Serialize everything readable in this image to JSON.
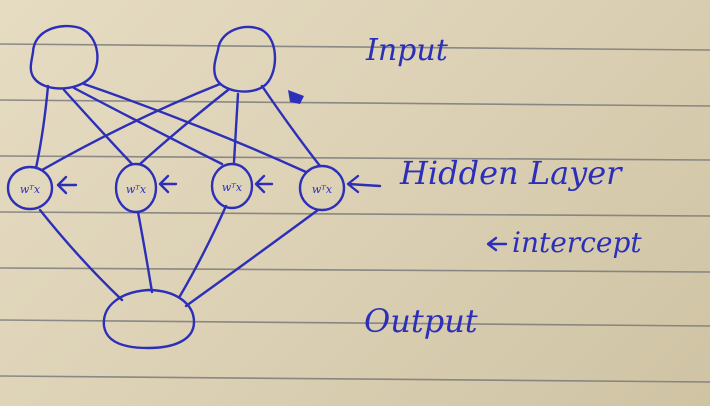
{
  "labels": {
    "input": "Input",
    "hidden": "Hidden Layer",
    "intercept": "intercept",
    "output": "Output"
  },
  "nodes": {
    "input": [
      {
        "id": "input-1"
      },
      {
        "id": "input-2"
      }
    ],
    "hidden": [
      {
        "id": "hidden-1",
        "label": "wᵀx"
      },
      {
        "id": "hidden-2",
        "label": "wᵀx"
      },
      {
        "id": "hidden-3",
        "label": "wᵀx"
      },
      {
        "id": "hidden-4",
        "label": "wᵀx"
      }
    ],
    "output": [
      {
        "id": "output-1"
      }
    ]
  },
  "colors": {
    "ink": "#2c2fb8",
    "paper": "#e3d8bd",
    "rule_line": "#6f6f74"
  }
}
